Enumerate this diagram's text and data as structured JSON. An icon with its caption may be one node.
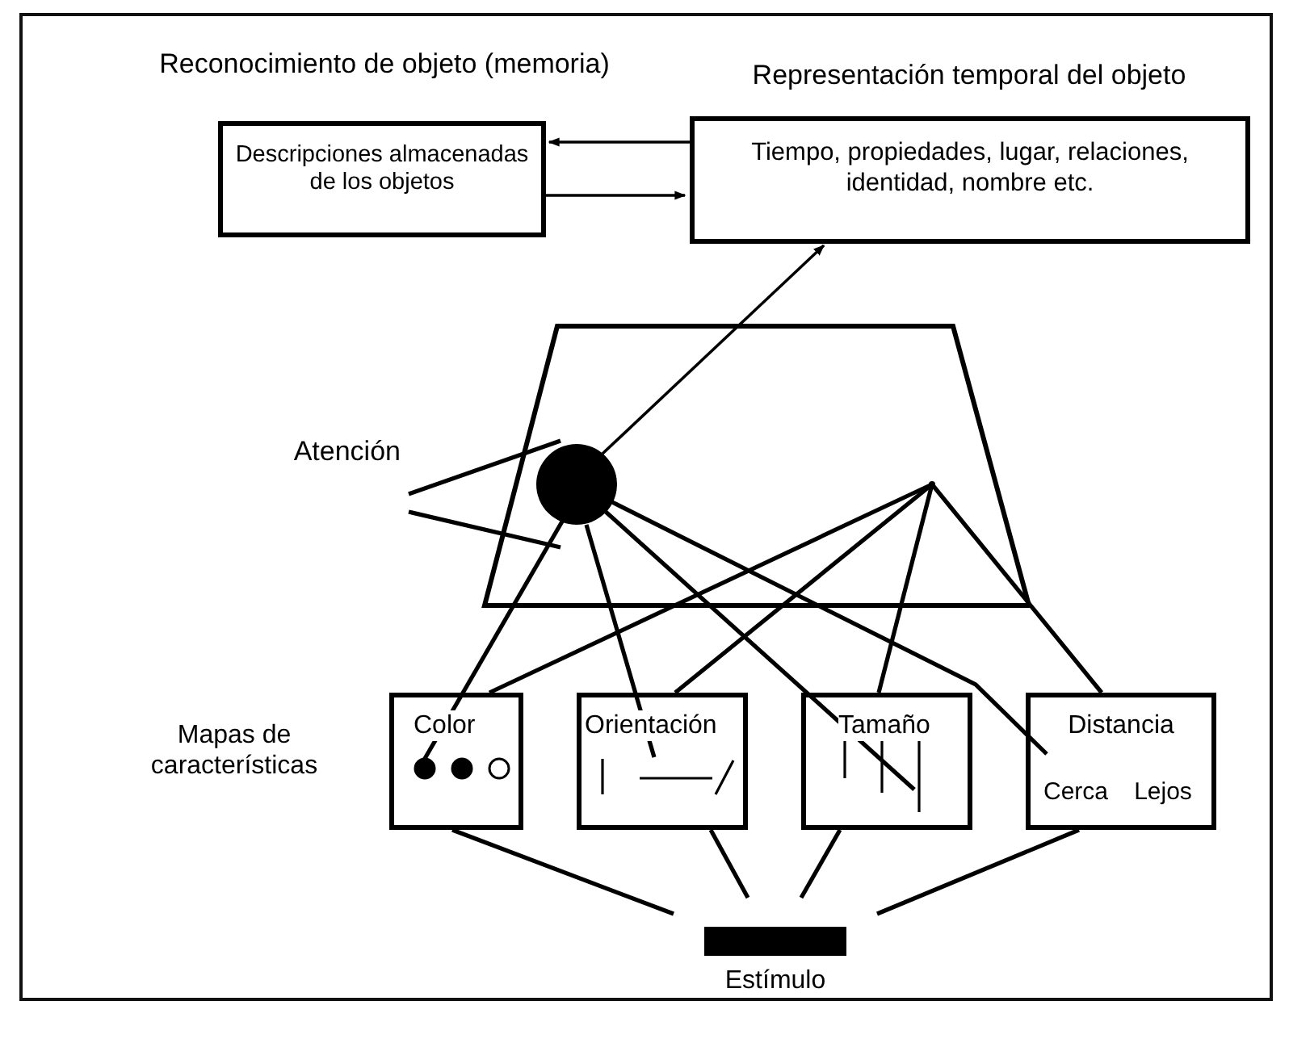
{
  "diagram": {
    "nodes": [
      {
        "text": [
          "Reconocimiento de objeto (memoria)",
          "Descripciones almacenadas de los objetos"
        ]
      },
      {
        "text": [
          "Representación temporal del objeto",
          "Tiempo, propiedades, lugar, relaciones, identidad, nombre etc."
        ]
      },
      {
        "text": [],
        "shape": "trapezoid"
      },
      {
        "text": [],
        "shape": "circle",
        "in": 2
      },
      {
        "text": [],
        "shape": "point",
        "in": 2
      },
      {
        "text": [
          "Atención"
        ]
      },
      {
        "text": [
          "Color"
        ]
      },
      {
        "text": [
          "Orientación"
        ]
      },
      {
        "text": [
          "Tamaño"
        ]
      },
      {
        "text": [
          "Distancia",
          "Cerca",
          "Lejos"
        ]
      },
      {
        "text": [],
        "shape": "bar",
        "beside": [
          "Estímulo"
        ]
      }
    ],
    "edges": [
      {
        "from": 1,
        "to": 0,
        "arrow": "to"
      },
      {
        "from": 0,
        "to": 1,
        "arrow": "to"
      },
      {
        "from": 3,
        "to": 1,
        "arrow": "to"
      },
      {
        "from": 5,
        "to": 2,
        "arrow": "none"
      },
      {
        "from": 5,
        "to": 2,
        "arrow": "none"
      },
      {
        "from": 3,
        "to": 6,
        "arrow": "none"
      },
      {
        "from": 3,
        "to": 7,
        "arrow": "none"
      },
      {
        "from": 3,
        "to": 8,
        "arrow": "none"
      },
      {
        "from": 3,
        "to": 9,
        "arrow": "none"
      },
      {
        "from": 6,
        "to": 4,
        "arrow": "none"
      },
      {
        "from": 7,
        "to": 4,
        "arrow": "none"
      },
      {
        "from": 8,
        "to": 4,
        "arrow": "none"
      },
      {
        "from": 9,
        "to": 4,
        "arrow": "none"
      },
      {
        "from": 10,
        "to": 6,
        "arrow": "none"
      },
      {
        "from": 10,
        "to": 7,
        "arrow": "none"
      },
      {
        "from": 10,
        "to": 8,
        "arrow": "none"
      },
      {
        "from": 10,
        "to": 9,
        "arrow": "none"
      }
    ],
    "labels": [
      "Mapas de características"
    ]
  }
}
